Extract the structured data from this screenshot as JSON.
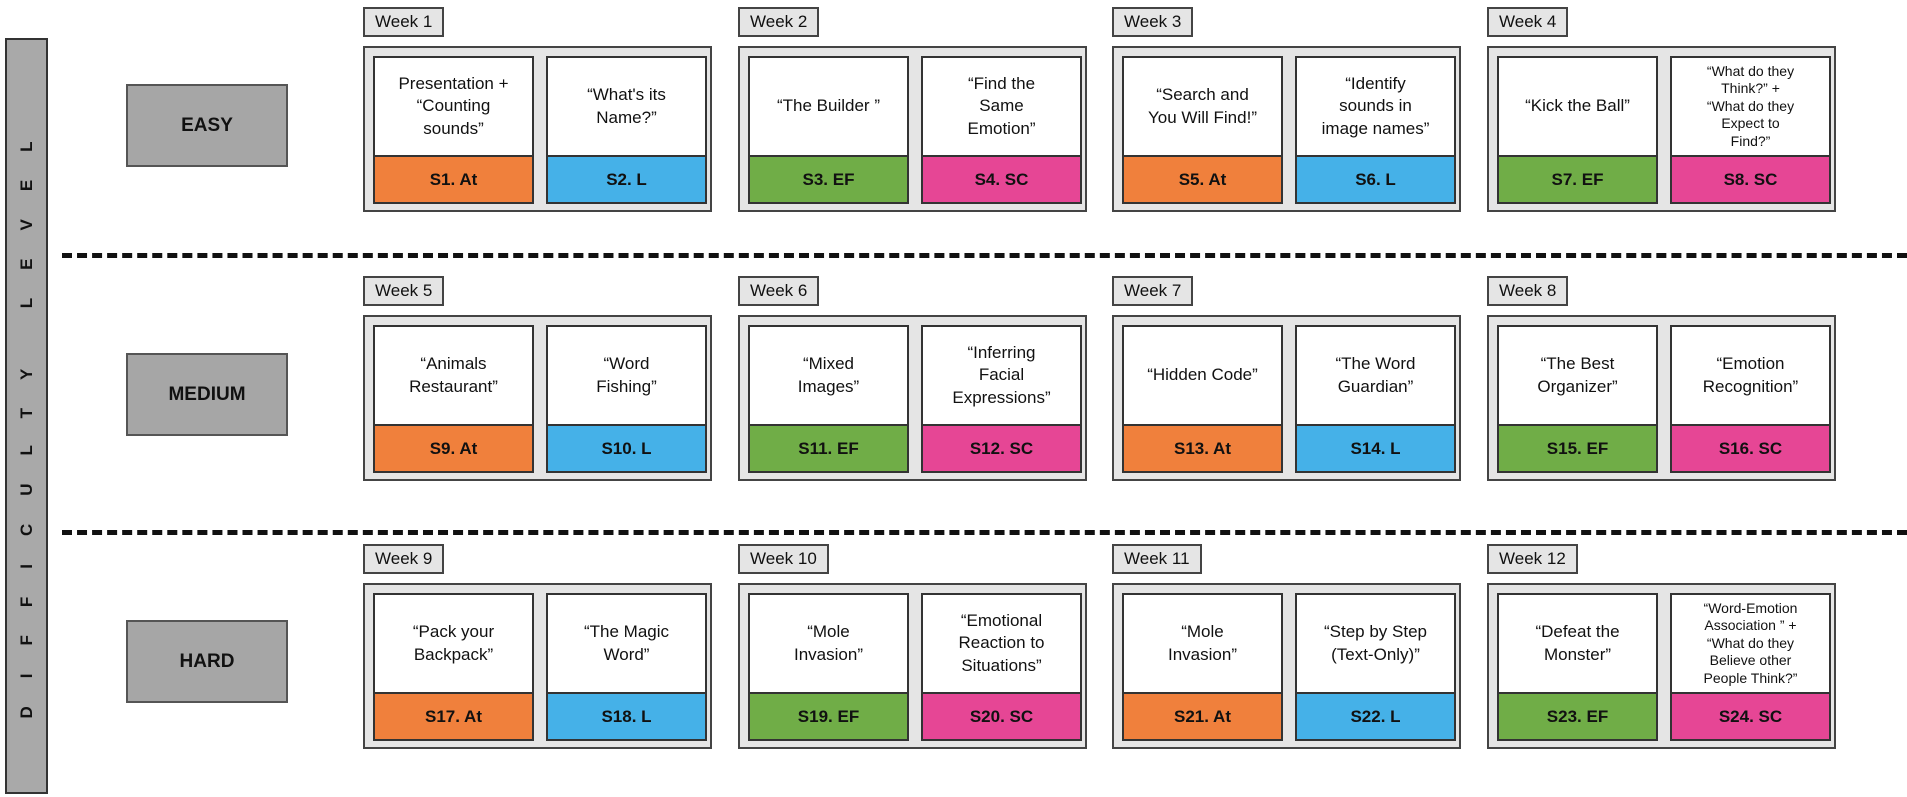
{
  "axis_label": "DIFFICULTY LEVEL",
  "colors": {
    "At": "#f0803c",
    "L": "#45b1e8",
    "EF": "#70ad47",
    "SC": "#e64695",
    "level_box": "#a6a6a6",
    "week_panel": "#e5e5e5"
  },
  "levels": [
    {
      "label": "EASY",
      "weeks": [
        {
          "label": "Week 1",
          "sessions": [
            {
              "title": "Presentation +\n“Counting\nsounds”",
              "tag": "S1. At",
              "category": "At"
            },
            {
              "title": "“What's its\nName?”",
              "tag": "S2. L",
              "category": "L"
            }
          ]
        },
        {
          "label": "Week 2",
          "sessions": [
            {
              "title": "“The Builder ”",
              "tag": "S3. EF",
              "category": "EF"
            },
            {
              "title": "“Find the\nSame\nEmotion”",
              "tag": "S4. SC",
              "category": "SC"
            }
          ]
        },
        {
          "label": "Week 3",
          "sessions": [
            {
              "title": "“Search and\nYou Will Find!”",
              "tag": "S5. At",
              "category": "At"
            },
            {
              "title": "“Identify\nsounds in\nimage names”",
              "tag": "S6. L",
              "category": "L"
            }
          ]
        },
        {
          "label": "Week 4",
          "sessions": [
            {
              "title": "“Kick the Ball”",
              "tag": "S7. EF",
              "category": "EF"
            },
            {
              "title": "“What do they\nThink?” +\n“What do they\nExpect to\nFind?”",
              "tag": "S8. SC",
              "category": "SC"
            }
          ]
        }
      ]
    },
    {
      "label": "MEDIUM",
      "weeks": [
        {
          "label": "Week 5",
          "sessions": [
            {
              "title": "“Animals\nRestaurant”",
              "tag": "S9. At",
              "category": "At"
            },
            {
              "title": "“Word\nFishing”",
              "tag": "S10. L",
              "category": "L"
            }
          ]
        },
        {
          "label": "Week 6",
          "sessions": [
            {
              "title": "“Mixed\nImages”",
              "tag": "S11. EF",
              "category": "EF"
            },
            {
              "title": "“Inferring\nFacial\nExpressions”",
              "tag": "S12. SC",
              "category": "SC"
            }
          ]
        },
        {
          "label": "Week 7",
          "sessions": [
            {
              "title": "“Hidden Code”",
              "tag": "S13. At",
              "category": "At"
            },
            {
              "title": "“The Word\nGuardian”",
              "tag": "S14. L",
              "category": "L"
            }
          ]
        },
        {
          "label": "Week 8",
          "sessions": [
            {
              "title": "“The Best\nOrganizer”",
              "tag": "S15. EF",
              "category": "EF"
            },
            {
              "title": "“Emotion\nRecognition”",
              "tag": "S16. SC",
              "category": "SC"
            }
          ]
        }
      ]
    },
    {
      "label": "HARD",
      "weeks": [
        {
          "label": "Week 9",
          "sessions": [
            {
              "title": "“Pack your\nBackpack”",
              "tag": "S17. At",
              "category": "At"
            },
            {
              "title": "“The Magic\nWord”",
              "tag": "S18. L",
              "category": "L"
            }
          ]
        },
        {
          "label": "Week 10",
          "sessions": [
            {
              "title": "“Mole\nInvasion”",
              "tag": "S19. EF",
              "category": "EF"
            },
            {
              "title": "“Emotional\nReaction to\nSituations”",
              "tag": "S20. SC",
              "category": "SC"
            }
          ]
        },
        {
          "label": "Week 11",
          "sessions": [
            {
              "title": "“Mole\nInvasion”",
              "tag": "S21. At",
              "category": "At"
            },
            {
              "title": "“Step by Step\n(Text-Only)”",
              "tag": "S22. L",
              "category": "L"
            }
          ]
        },
        {
          "label": "Week 12",
          "sessions": [
            {
              "title": "“Defeat the\nMonster”",
              "tag": "S23. EF",
              "category": "EF"
            },
            {
              "title": "“Word-Emotion\nAssociation ” +\n“What do they\nBelieve other\nPeople Think?”",
              "tag": "S24. SC",
              "category": "SC"
            }
          ]
        }
      ]
    }
  ]
}
